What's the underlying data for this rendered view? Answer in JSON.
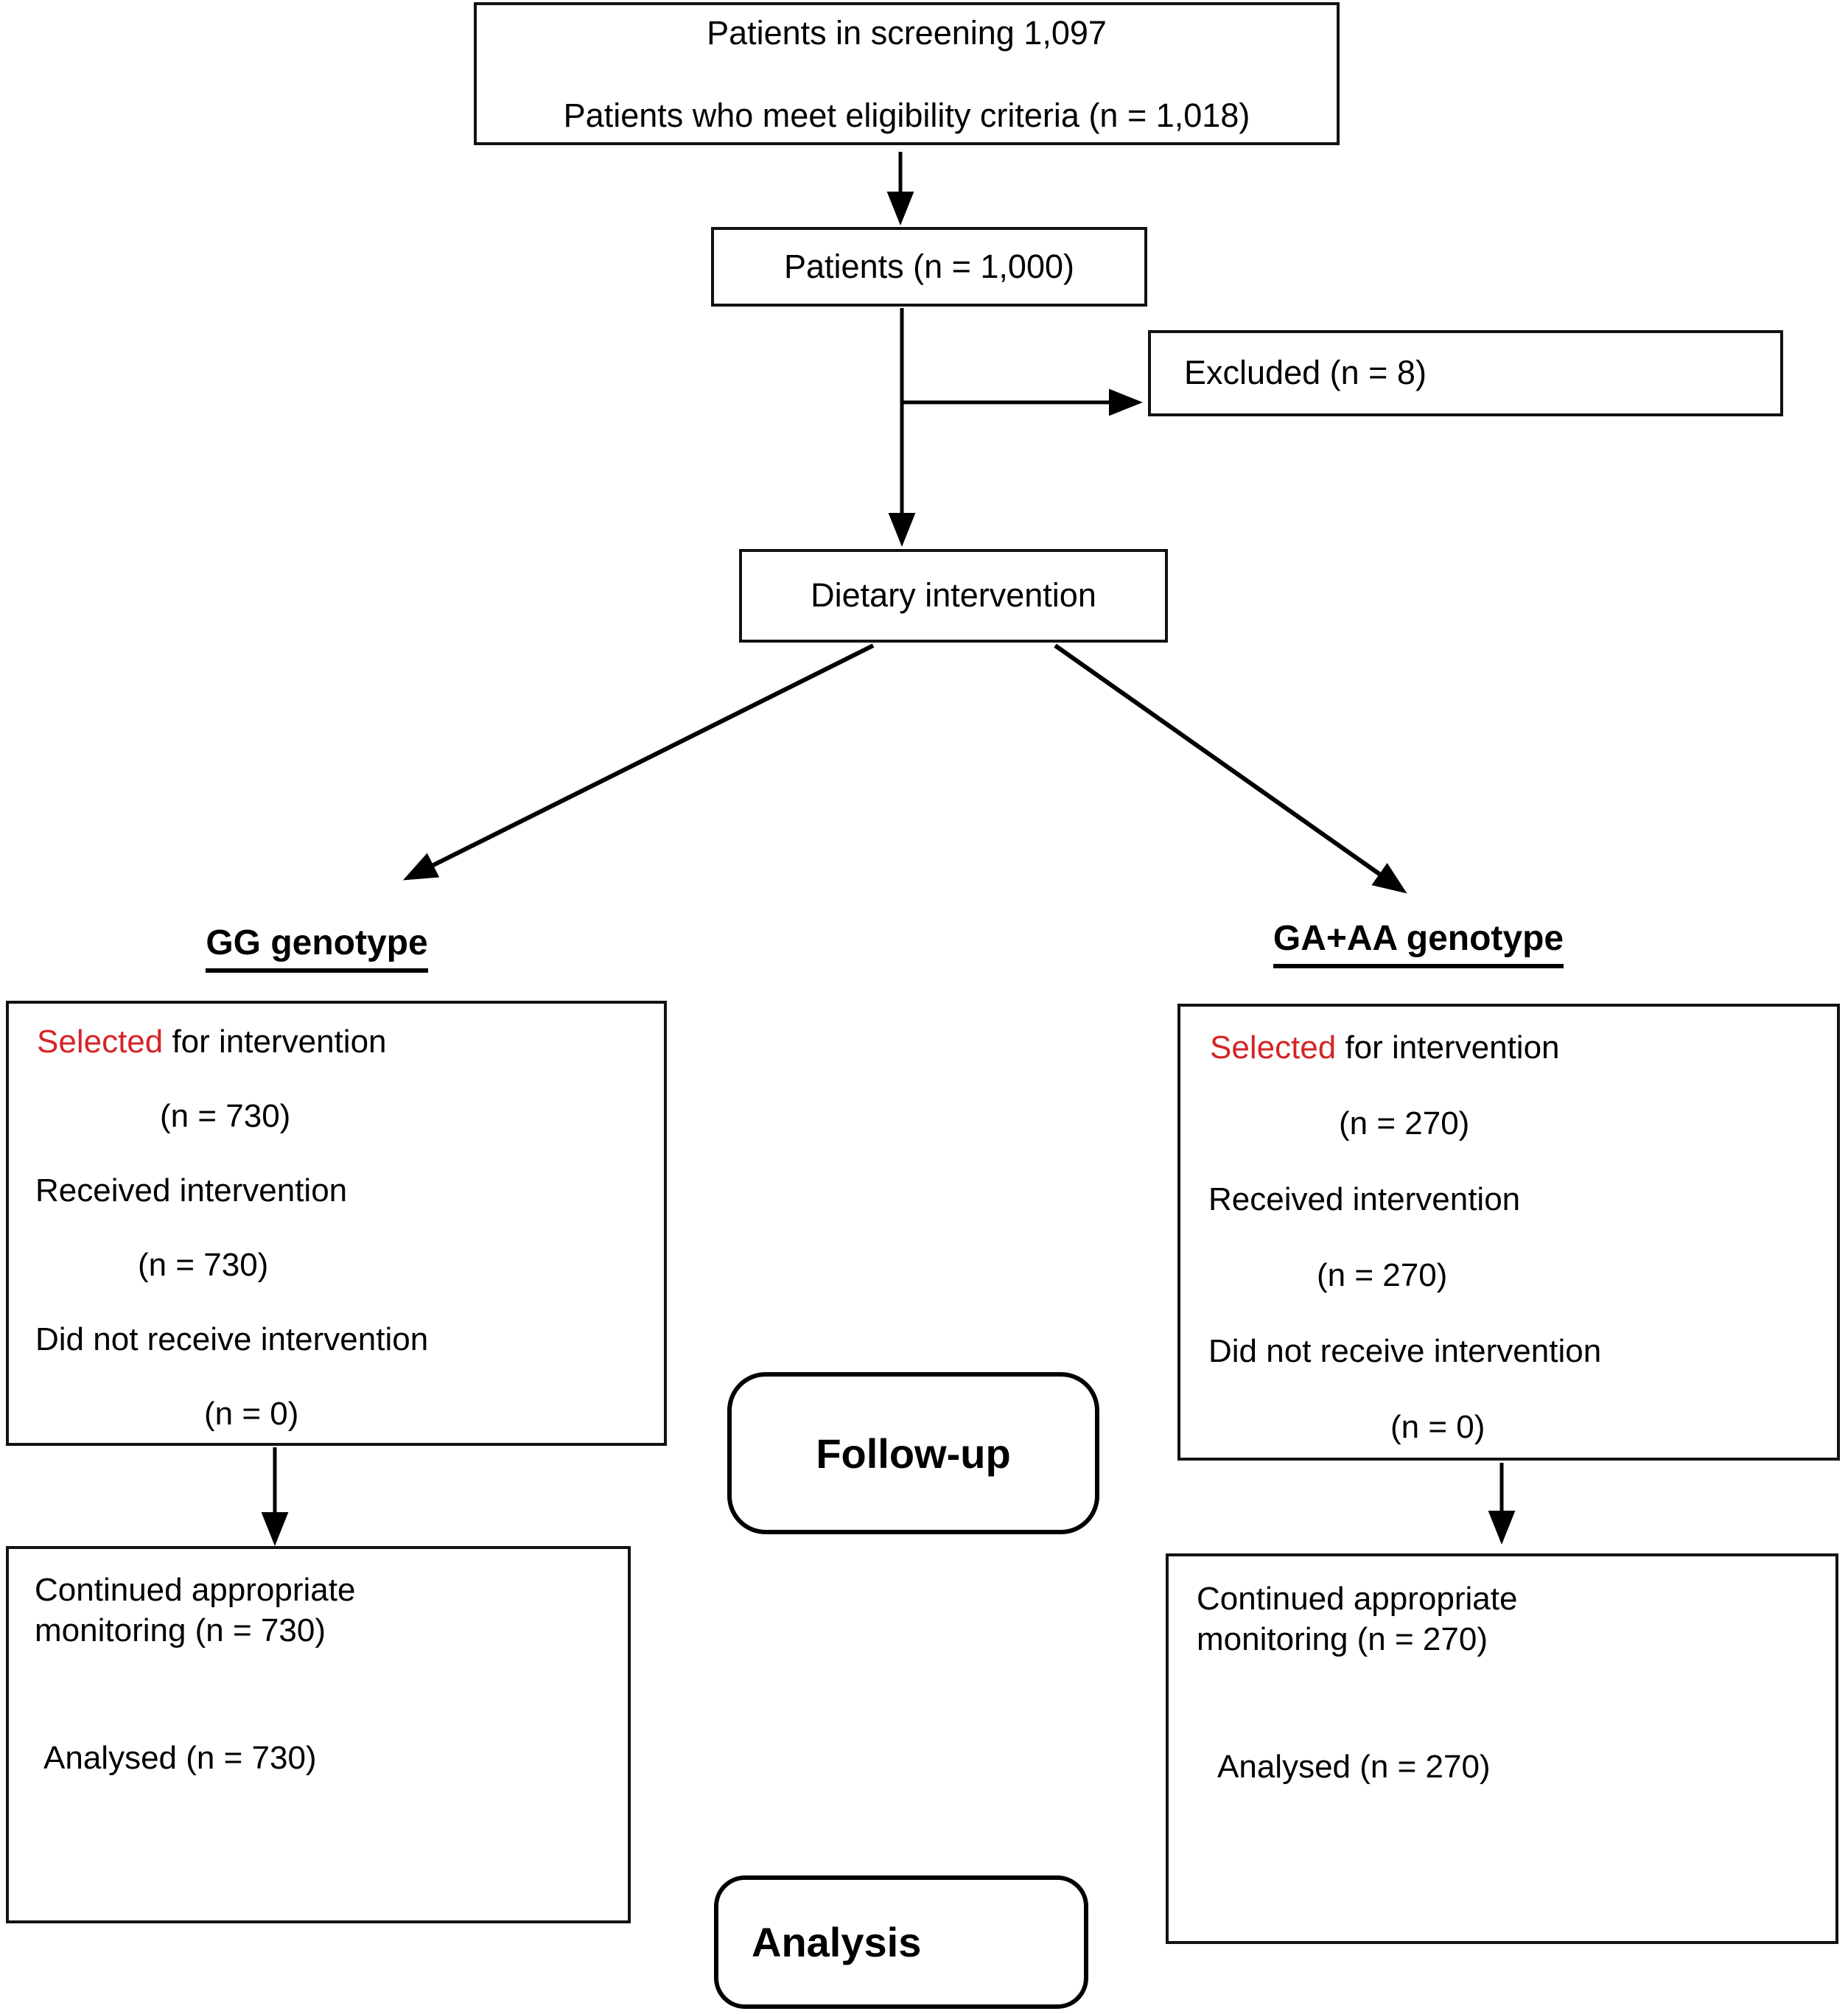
{
  "screening_box": {
    "line1": "Patients in screening 1,097",
    "line2": "Patients who meet eligibility criteria (n = 1,018)"
  },
  "patients_box": {
    "label": "Patients (n = 1,000)"
  },
  "excluded_box": {
    "label": "Excluded (n = 8)"
  },
  "dietary_box": {
    "label": "Dietary intervention"
  },
  "gg_branch": {
    "heading": "GG genotype",
    "selection": {
      "selected_word": "Selected",
      "selected_rest": " for intervention",
      "selected_n": "(n = 730)",
      "received_label": "Received intervention",
      "received_n": "(n = 730)",
      "not_received_label": "Did not receive intervention",
      "not_received_n": "(n = 0)"
    },
    "outcome": {
      "monitoring_line1": "Continued appropriate",
      "monitoring_line2": "monitoring (n = 730)",
      "analysed": "Analysed (n = 730)"
    }
  },
  "ga_aa_branch": {
    "heading": "GA+AA genotype",
    "selection": {
      "selected_word": "Selected",
      "selected_rest": " for intervention",
      "selected_n": "(n = 270)",
      "received_label": "Received intervention",
      "received_n": "(n = 270)",
      "not_received_label": "Did not receive intervention",
      "not_received_n": "(n = 0)"
    },
    "outcome": {
      "monitoring_line1": "Continued appropriate",
      "monitoring_line2": "monitoring (n = 270)",
      "analysed": "Analysed (n = 270)"
    }
  },
  "stage_labels": {
    "follow_up": "Follow-up",
    "analysis": "Analysis"
  },
  "colors": {
    "selected_red": "#d52427",
    "line_black": "#000000",
    "background": "#ffffff"
  }
}
